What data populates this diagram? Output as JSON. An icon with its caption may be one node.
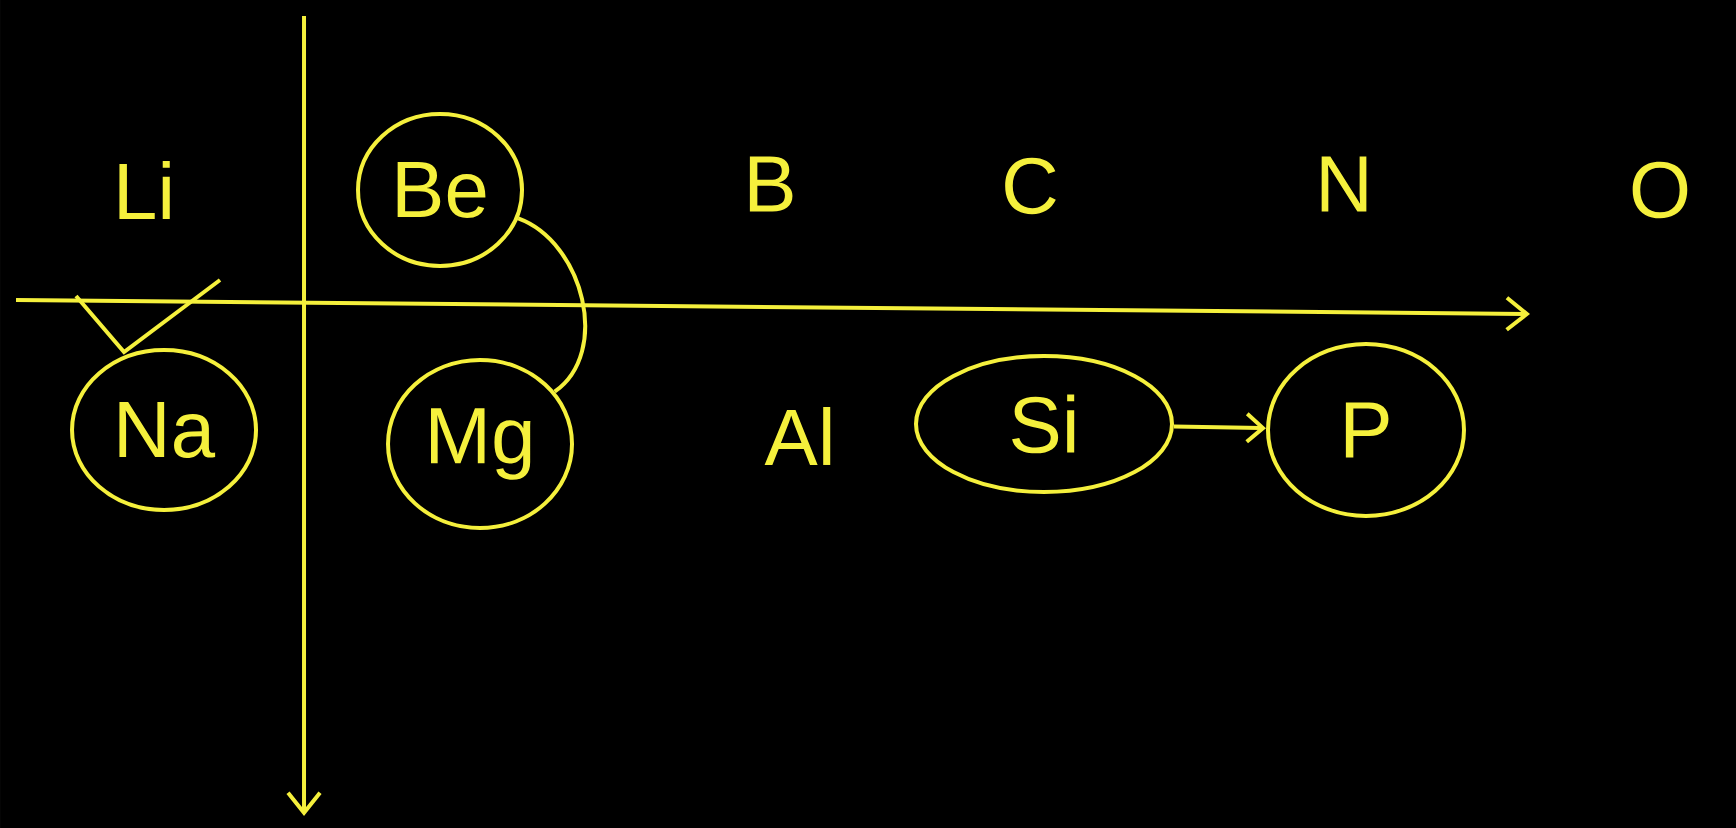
{
  "diagram": {
    "nodes": [
      {
        "text": [
          "Li"
        ]
      },
      {
        "text": [
          "Be"
        ]
      },
      {
        "text": [
          "B"
        ]
      },
      {
        "text": [
          "C"
        ]
      },
      {
        "text": [
          "N"
        ]
      },
      {
        "text": [
          "O"
        ]
      },
      {
        "text": [
          "Na"
        ]
      },
      {
        "text": [
          "Mg"
        ]
      },
      {
        "text": [
          "Al"
        ]
      },
      {
        "text": [
          "Si"
        ]
      },
      {
        "text": [
          "P"
        ]
      }
    ],
    "edges": [
      {
        "from": 1,
        "to": 7,
        "arrow": "none"
      },
      {
        "from": 9,
        "to": 10,
        "arrow": "to"
      }
    ]
  }
}
